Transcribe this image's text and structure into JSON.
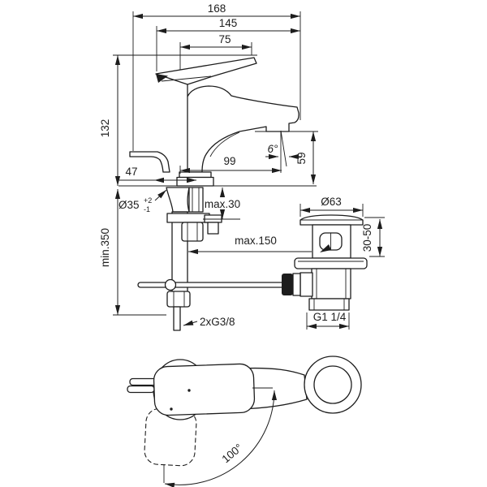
{
  "drawing": {
    "background": "#ffffff",
    "line_color": "#1d1d1d",
    "dims": {
      "total_depth": "168",
      "spout_depth": "145",
      "handle_length": "75",
      "body_height": "132",
      "base_offset": "47",
      "spout_reach": "99",
      "stream_angle": "6°",
      "outlet_height": "59",
      "hole_diameter": "Ø35",
      "hole_tol_plus": "+2",
      "hole_tol_minus": "-1",
      "deck_thickness": "max.30",
      "hose_length": "min.350",
      "rod_length": "max.150",
      "supply_thread": "2xG3/8",
      "waste_flange_diameter": "Ø63",
      "waste_adjust_range": "30-50",
      "waste_thread": "G1 1/4",
      "handle_swivel_angle": "100°"
    }
  }
}
